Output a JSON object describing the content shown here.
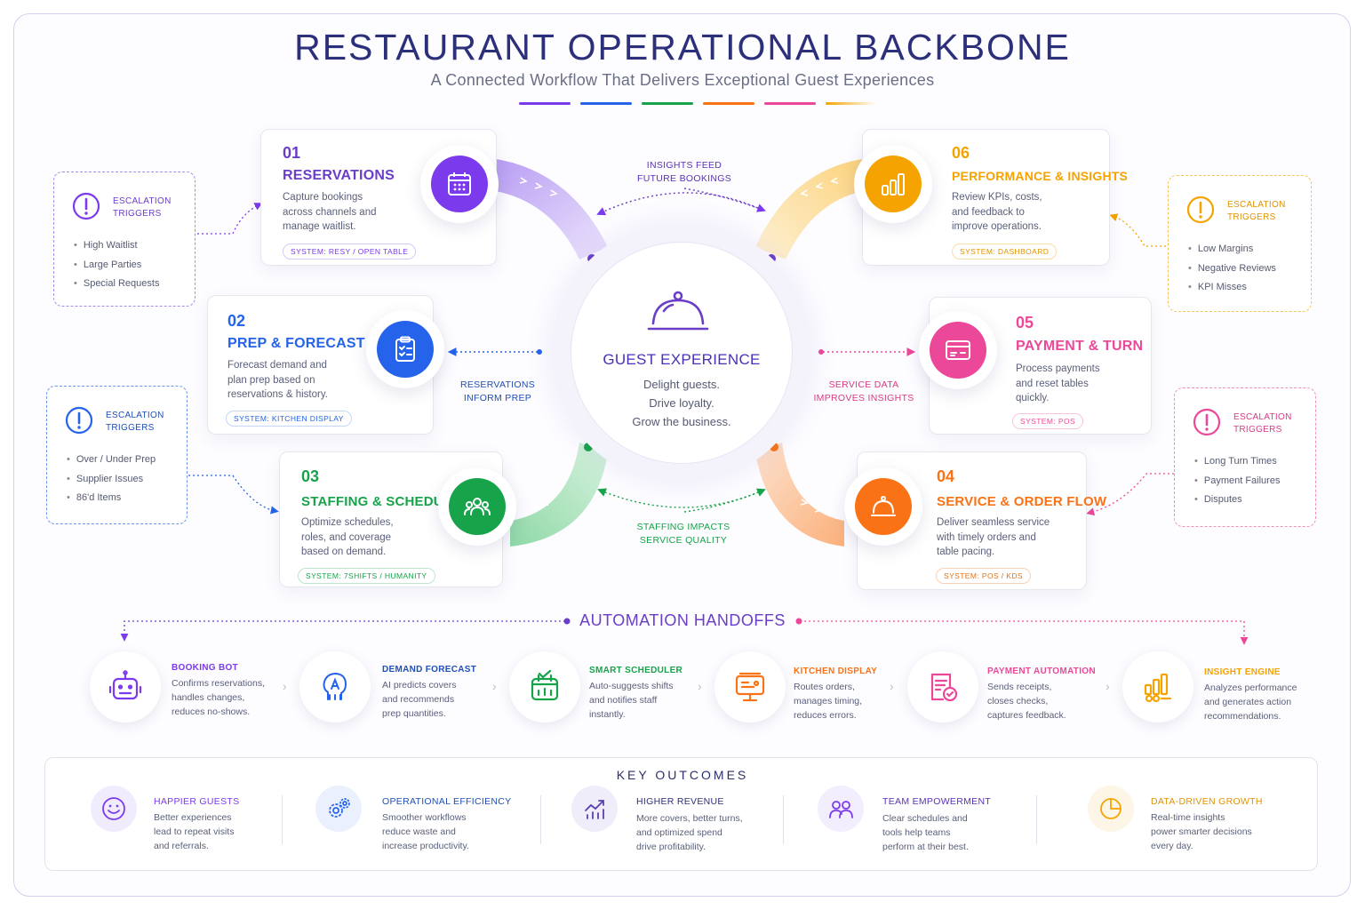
{
  "header": {
    "title": "RESTAURANT OPERATIONAL BACKBONE",
    "subtitle": "A Connected Workflow That Delivers Exceptional Guest Experiences"
  },
  "colors": {
    "purple": "#7c3aed",
    "blue": "#2563eb",
    "green": "#16a34a",
    "orange": "#f97316",
    "pink": "#ec4899",
    "yellow": "#f5a300",
    "navy": "#2c2f7a"
  },
  "hub": {
    "title": "GUEST EXPERIENCE",
    "lines": [
      "Delight guests.",
      "Drive loyalty.",
      "Grow the business."
    ],
    "icon": "cloche-icon"
  },
  "steps": [
    {
      "num": "01",
      "title": "RESERVATIONS",
      "desc": "Capture bookings across channels and manage waitlist.",
      "system": "SYSTEM: RESY / OPEN TABLE",
      "icon": "calendar-icon",
      "color": "#7c3aed"
    },
    {
      "num": "02",
      "title": "PREP & FORECAST",
      "desc": "Forecast demand and plan prep based on reservations & history.",
      "system": "SYSTEM: KITCHEN DISPLAY",
      "icon": "clipboard-icon",
      "color": "#2563eb"
    },
    {
      "num": "03",
      "title": "STAFFING & SCHEDULE",
      "desc": "Optimize schedules, roles, and coverage based on demand.",
      "system": "SYSTEM: 7SHIFTS / HUMANITY",
      "icon": "team-icon",
      "color": "#16a34a"
    },
    {
      "num": "04",
      "title": "SERVICE & ORDER FLOW",
      "desc": "Deliver seamless service with timely orders and table pacing.",
      "system": "SYSTEM: POS / KDS",
      "icon": "service-bell-icon",
      "color": "#f97316"
    },
    {
      "num": "05",
      "title": "PAYMENT & TURN",
      "desc": "Process payments and reset tables quickly.",
      "system": "SYSTEM: POS",
      "icon": "credit-card-icon",
      "color": "#ec4899"
    },
    {
      "num": "06",
      "title": "PERFORMANCE & INSIGHTS",
      "desc": "Review KPIs, costs, and feedback to improve operations.",
      "system": "SYSTEM: DASHBOARD",
      "icon": "bar-chart-icon",
      "color": "#f5a300"
    }
  ],
  "flow_labels": {
    "insights": "INSIGHTS FEED\nFUTURE BOOKINGS",
    "reservations": "RESERVATIONS\nINFORM PREP",
    "service": "SERVICE DATA\nIMPROVES INSIGHTS",
    "staffing": "STAFFING IMPACTS\nSERVICE QUALITY"
  },
  "escalations": [
    {
      "title": "ESCALATION\nTRIGGERS",
      "items": [
        "High Waitlist",
        "Large Parties",
        "Special Requests"
      ],
      "color": "#7c3aed"
    },
    {
      "title": "ESCALATION\nTRIGGERS",
      "items": [
        "Over / Under Prep",
        "Supplier Issues",
        "86'd Items"
      ],
      "color": "#2563eb"
    },
    {
      "title": "ESCALATION\nTRIGGERS",
      "items": [
        "Low Margins",
        "Negative Reviews",
        "KPI Misses"
      ],
      "color": "#f5a300"
    },
    {
      "title": "ESCALATION\nTRIGGERS",
      "items": [
        "Long Turn Times",
        "Payment Failures",
        "Disputes"
      ],
      "color": "#ec4899"
    }
  ],
  "automation": {
    "title": "AUTOMATION HANDOFFS",
    "items": [
      {
        "name": "BOOKING BOT",
        "desc": "Confirms reservations,\nhandles changes,\nreduces no-shows.",
        "icon": "robot-icon",
        "color": "#7c3aed"
      },
      {
        "name": "DEMAND FORECAST",
        "desc": "AI predicts covers\nand recommends\nprep quantities.",
        "icon": "ai-brain-icon",
        "color": "#2563eb"
      },
      {
        "name": "SMART SCHEDULER",
        "desc": "Auto-suggests shifts\nand notifies staff\ninstantly.",
        "icon": "calendar-check-icon",
        "color": "#16a34a"
      },
      {
        "name": "KITCHEN DISPLAY",
        "desc": "Routes orders,\nmanages timing,\nreduces errors.",
        "icon": "display-icon",
        "color": "#f97316"
      },
      {
        "name": "PAYMENT AUTOMATION",
        "desc": "Sends receipts,\ncloses checks,\ncaptures feedback.",
        "icon": "receipt-check-icon",
        "color": "#ec4899"
      },
      {
        "name": "INSIGHT ENGINE",
        "desc": "Analyzes performance\nand generates action\nrecommendations.",
        "icon": "analytics-icon",
        "color": "#f5a300"
      }
    ]
  },
  "outcomes": {
    "title": "KEY OUTCOMES",
    "items": [
      {
        "name": "HAPPIER GUESTS",
        "desc": "Better experiences\nlead to repeat visits\nand referrals.",
        "icon": "smile-icon",
        "color": "#7c3aed"
      },
      {
        "name": "OPERATIONAL EFFICIENCY",
        "desc": "Smoother workflows\nreduce waste and\nincrease productivity.",
        "icon": "gears-icon",
        "color": "#2563eb"
      },
      {
        "name": "HIGHER REVENUE",
        "desc": "More covers, better turns,\nand optimized spend\ndrive profitability.",
        "icon": "growth-chart-icon",
        "color": "#5b3fb0"
      },
      {
        "name": "TEAM EMPOWERMENT",
        "desc": "Clear schedules and\ntools help teams\nperform at their best.",
        "icon": "people-icon",
        "color": "#7c3aed"
      },
      {
        "name": "DATA-DRIVEN GROWTH",
        "desc": "Real-time insights\npower smarter decisions\nevery day.",
        "icon": "pie-chart-icon",
        "color": "#f5a300"
      }
    ]
  }
}
